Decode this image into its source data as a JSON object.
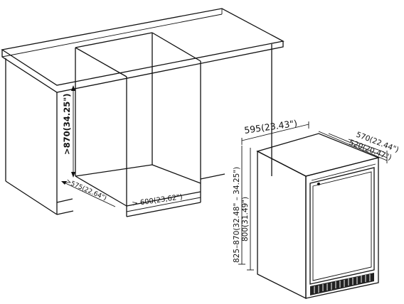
{
  "dimensions": {
    "niche_height": ">870(34.25\")",
    "niche_depth": ">575(22.64\")",
    "niche_width": "> 600(23,62\")",
    "unit_width": "595(23.43\")",
    "unit_depth_with_door": "570(22.44\")",
    "unit_depth_body": "520(20.47\")",
    "unit_height_adjustable": "825–870(32.48\" – 34.25\")",
    "unit_height_base": "800(31.49\")"
  }
}
